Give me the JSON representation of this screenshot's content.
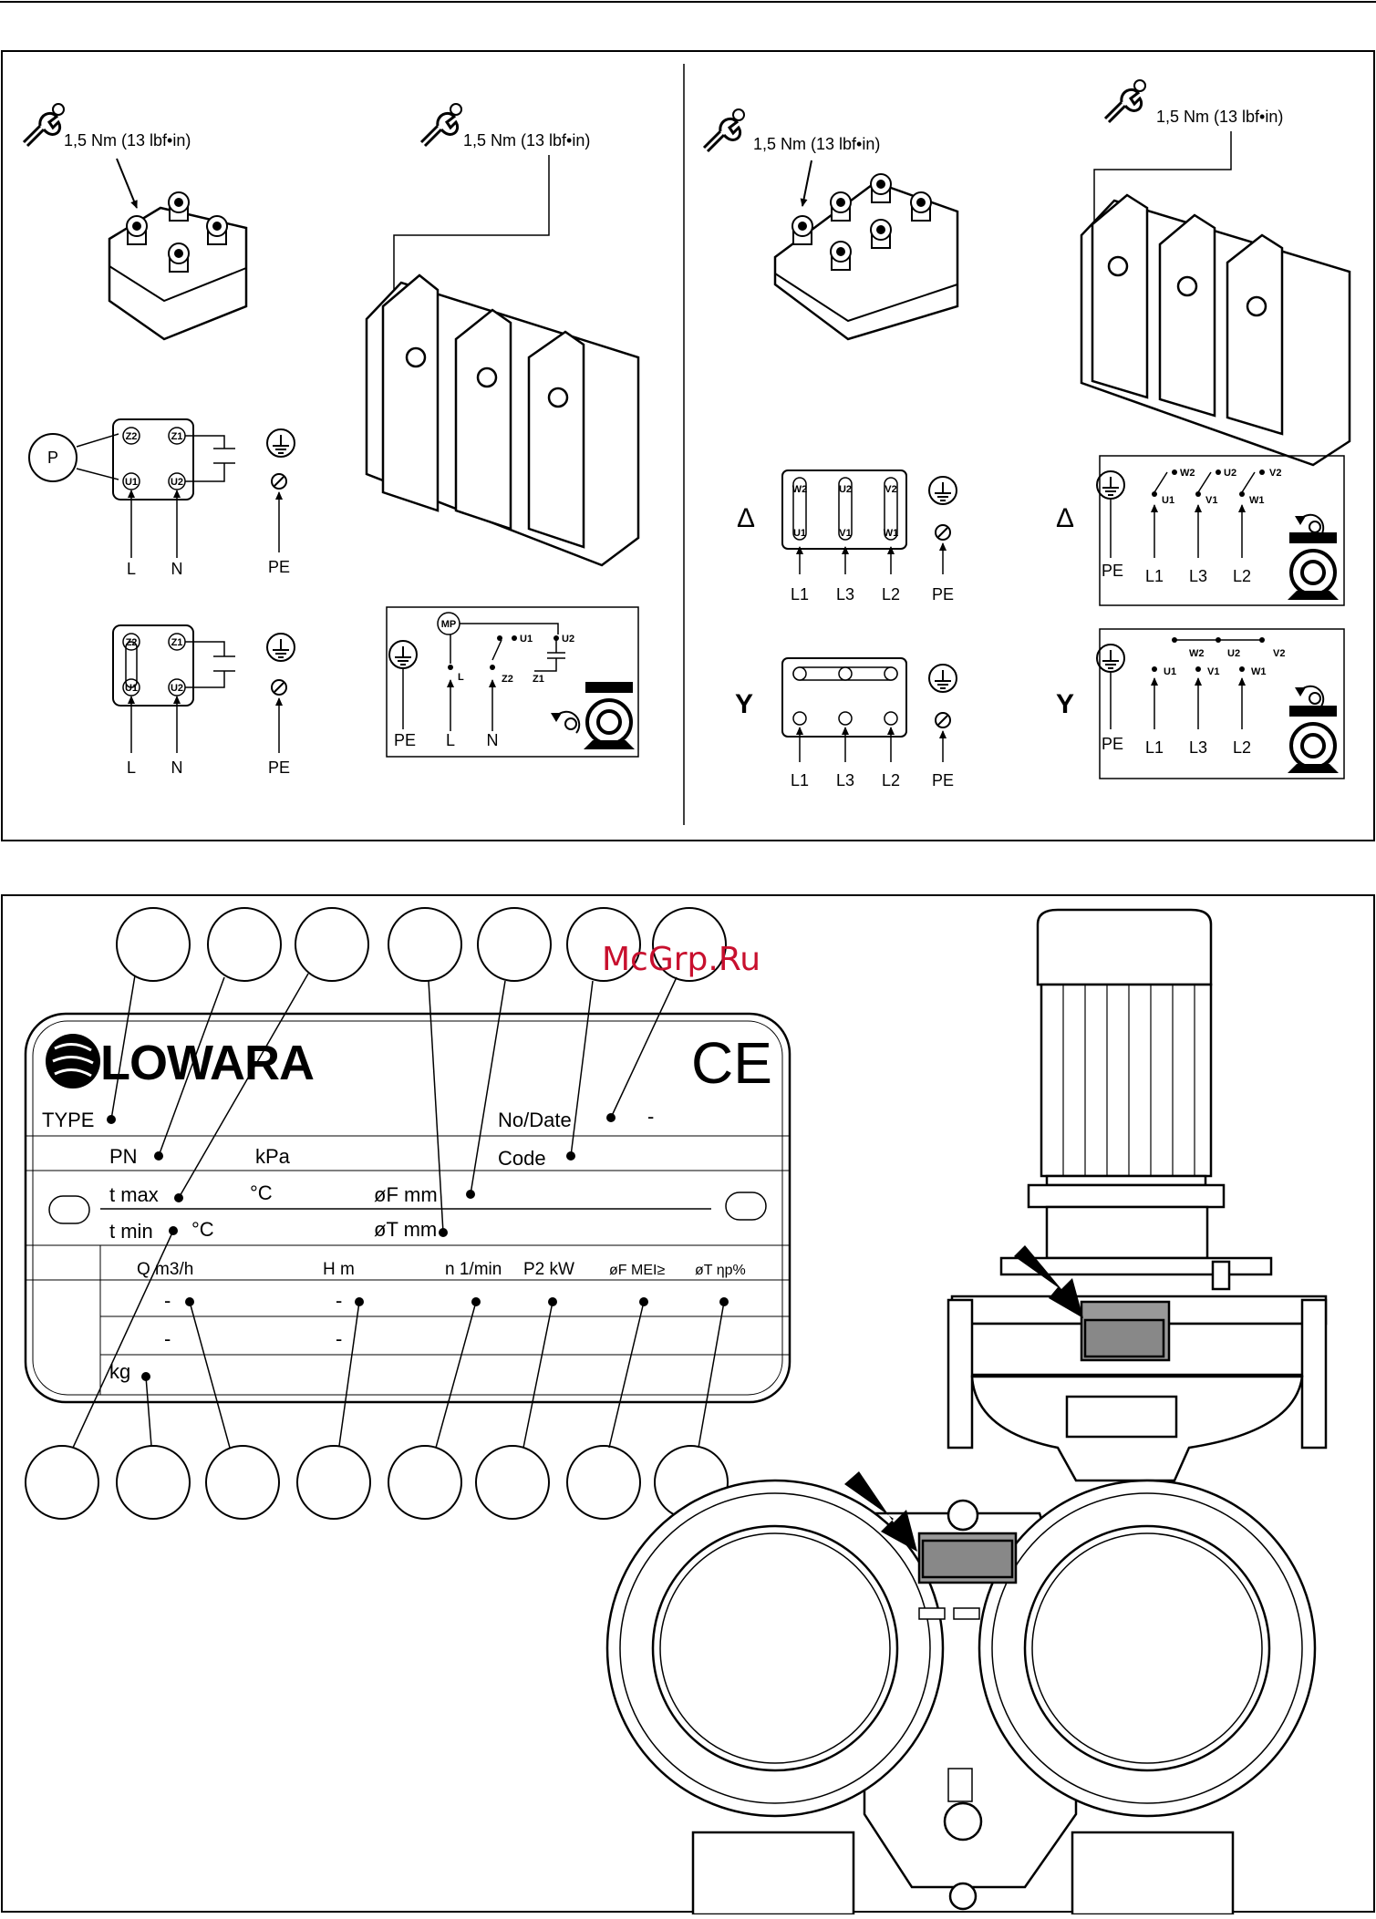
{
  "torque_label": "1,5 Nm (13 lbf•in)",
  "terminals": {
    "single_phase": {
      "pump": "P",
      "z2": "Z2",
      "z1": "Z1",
      "u1": "U1",
      "u2": "U2",
      "L": "L",
      "N": "N",
      "PE": "PE"
    },
    "single_phase_alt": {
      "MP": "MP",
      "L": "L",
      "Z2": "Z2",
      "U1": "U1",
      "U2": "U2",
      "Z1": "Z1",
      "N": "N",
      "PE": "PE"
    },
    "three_phase": {
      "W2": "W2",
      "U2": "U2",
      "V2": "V2",
      "U1": "U1",
      "V1": "V1",
      "W1": "W1",
      "L1": "L1",
      "L3": "L3",
      "L2": "L2",
      "PE": "PE"
    }
  },
  "connection_symbols": {
    "delta": "Δ",
    "star": "Y"
  },
  "watermark": "McGrp.Ru",
  "nameplate": {
    "brand": "LOWARA",
    "ce_mark": "CE",
    "type": "TYPE",
    "no_date": "No/Date",
    "dash": "-",
    "pn": "PN",
    "kpa": "kPa",
    "code": "Code",
    "t_max": "t max",
    "deg_c": "°C",
    "of_mm": "øF mm",
    "t_min": "t min",
    "ot_mm": "øT mm",
    "q_m3h": "Q m3/h",
    "h_m": "H m",
    "n_min": "n 1/min",
    "p2_kw": "P2 kW",
    "of_mei": "øF MEI≥",
    "ot_np": "øT ηp%",
    "kg": "kg"
  }
}
